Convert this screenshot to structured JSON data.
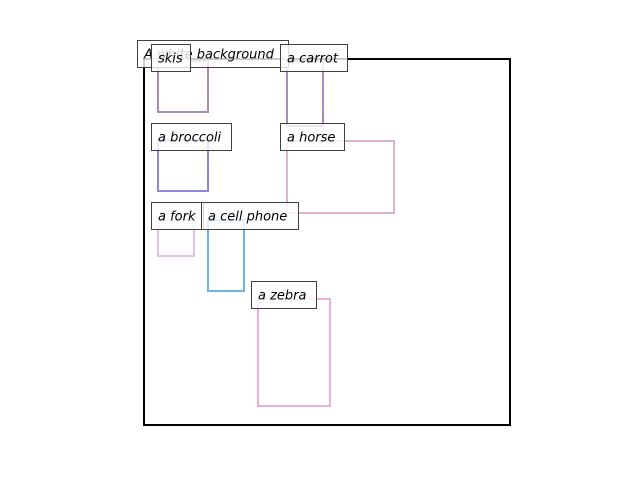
{
  "caption": "A white background",
  "objects": [
    {
      "id": "skis",
      "label": "skis",
      "color": "#a98bb8"
    },
    {
      "id": "carrot",
      "label": "a carrot",
      "color": "#a98bb8"
    },
    {
      "id": "broccoli",
      "label": "a broccoli",
      "color": "#8f86dd"
    },
    {
      "id": "horse",
      "label": "a horse",
      "color": "#ddb3cc"
    },
    {
      "id": "fork",
      "label": "a fork",
      "color": "#e6bfea"
    },
    {
      "id": "cell-phone",
      "label": "a cell phone",
      "color": "#6bb3e6"
    },
    {
      "id": "zebra",
      "label": "a zebra",
      "color": "#f0aed8"
    }
  ]
}
